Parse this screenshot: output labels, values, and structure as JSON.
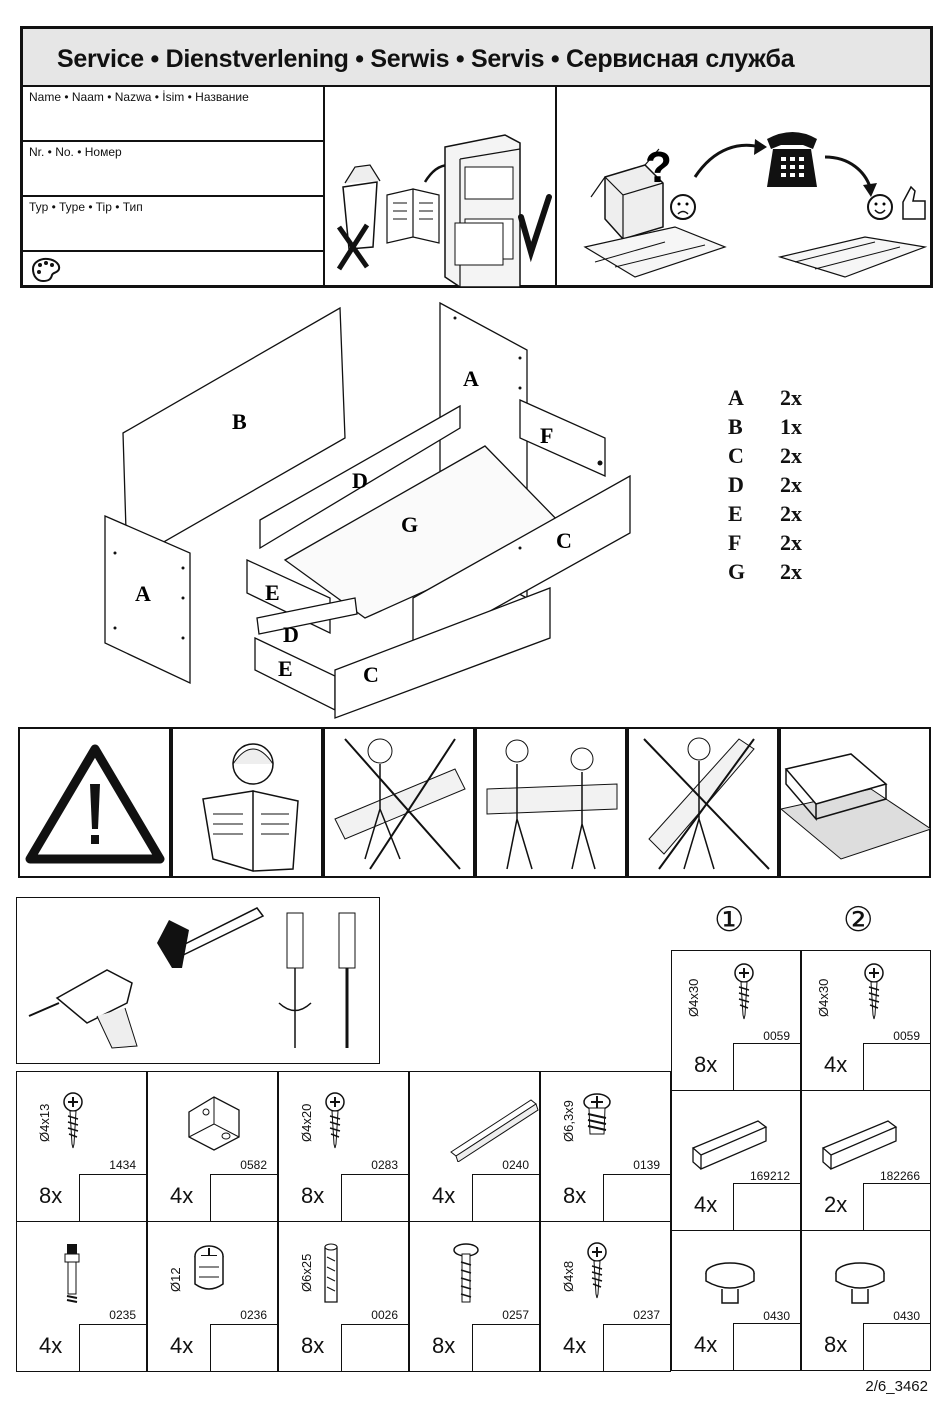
{
  "service": {
    "title": "Service • Dienstverlening • Serwis • Servis • Сервисная служба",
    "name_label": "Name • Naam • Nazwa • İsim • Название",
    "nr_label": "Nr. • No. • Номер",
    "type_label": "Typ • Type • Tip • Тип",
    "palette_icon": "palette-icon"
  },
  "diagram": {
    "labels": {
      "A1": "A",
      "A2": "A",
      "B": "B",
      "C1": "C",
      "C2": "C",
      "D1": "D",
      "D2": "D",
      "E1": "E",
      "E2": "E",
      "F": "F",
      "G": "G"
    }
  },
  "parts": [
    {
      "letter": "A",
      "qty": "2x"
    },
    {
      "letter": "B",
      "qty": "1x"
    },
    {
      "letter": "C",
      "qty": "2x"
    },
    {
      "letter": "D",
      "qty": "2x"
    },
    {
      "letter": "E",
      "qty": "2x"
    },
    {
      "letter": "F",
      "qty": "2x"
    },
    {
      "letter": "G",
      "qty": "2x"
    }
  ],
  "hardware": [
    {
      "dim": "Ø4x13",
      "code": "1434",
      "qty": "8x",
      "icon": "screw-icon"
    },
    {
      "dim": "",
      "code": "0582",
      "qty": "4x",
      "icon": "corner-bracket-icon"
    },
    {
      "dim": "Ø4x20",
      "code": "0283",
      "qty": "8x",
      "icon": "screw-icon"
    },
    {
      "dim": "",
      "code": "0240",
      "qty": "4x",
      "icon": "drawer-slide-icon"
    },
    {
      "dim": "Ø6,3x9",
      "code": "0139",
      "qty": "8x",
      "icon": "euro-screw-icon"
    },
    {
      "dim": "",
      "code": "0235",
      "qty": "4x",
      "icon": "cam-bolt-icon"
    },
    {
      "dim": "Ø12",
      "code": "0236",
      "qty": "4x",
      "icon": "cam-lock-icon"
    },
    {
      "dim": "Ø6x25",
      "code": "0026",
      "qty": "8x",
      "icon": "dowel-icon"
    },
    {
      "dim": "",
      "code": "0257",
      "qty": "8x",
      "icon": "bolt-icon"
    },
    {
      "dim": "Ø4x8",
      "code": "0237",
      "qty": "4x",
      "icon": "screw-icon"
    }
  ],
  "sets": {
    "set1_label": "①",
    "set2_label": "②",
    "set1": [
      {
        "dim": "Ø4x30",
        "code": "0059",
        "qty": "8x",
        "icon": "screw-icon"
      },
      {
        "dim": "",
        "code": "169212",
        "qty": "4x",
        "icon": "wood-strip-icon"
      },
      {
        "dim": "",
        "code": "0430",
        "qty": "4x",
        "icon": "glide-foot-icon"
      }
    ],
    "set2": [
      {
        "dim": "Ø4x30",
        "code": "0059",
        "qty": "4x",
        "icon": "screw-icon"
      },
      {
        "dim": "",
        "code": "182266",
        "qty": "2x",
        "icon": "wood-strip-icon"
      },
      {
        "dim": "",
        "code": "0430",
        "qty": "8x",
        "icon": "glide-foot-icon"
      }
    ]
  },
  "footer": {
    "page_code": "2/6_3462"
  }
}
